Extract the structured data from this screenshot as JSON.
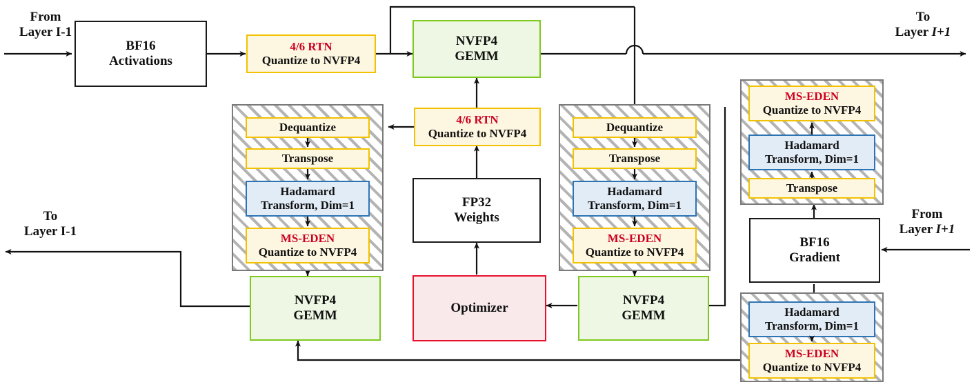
{
  "diagram": {
    "title": "NVFP4 quantized training dataflow per layer",
    "colors": {
      "green_border": "#7DC91E",
      "green_fill": "#EEF7E3",
      "red_border": "#E8112D",
      "red_fill": "#FAE9EA",
      "yellow_border": "#F2C200",
      "yellow_fill": "#FDF6E0",
      "blue_border": "#2E74B5",
      "blue_fill": "#E2ECF7",
      "accent_text": "#CC0022",
      "line": "#111111",
      "hatch": "#b4b4b4"
    },
    "labels": {
      "from_layer_prev_l1": "From",
      "from_layer_prev_l2": "Layer I-1",
      "to_layer_next_l1": "To",
      "to_layer_next_l2_pre": "Layer ",
      "to_layer_next_l2_em": "I+1",
      "to_layer_prev_l1": "To",
      "to_layer_prev_l2": "Layer I-1",
      "from_layer_next_l1": "From",
      "from_layer_next_l2_pre": "Layer ",
      "from_layer_next_l2_em": "I+1"
    },
    "nodes": {
      "bf16_activations": {
        "line1": "BF16",
        "line2": "Activations"
      },
      "act_quant": {
        "line1": "4/6 RTN",
        "line2": "Quantize to NVFP4"
      },
      "fwd_gemm": {
        "line1": "NVFP4",
        "line2": "GEMM"
      },
      "weight_quant": {
        "line1": "4/6 RTN",
        "line2": "Quantize to NVFP4"
      },
      "fp32_weights": {
        "line1": "FP32",
        "line2": "Weights"
      },
      "optimizer": {
        "line1": "Optimizer"
      },
      "bf16_gradient": {
        "line1": "BF16",
        "line2": "Gradient"
      },
      "dgrad_gemm": {
        "line1": "NVFP4",
        "line2": "GEMM"
      },
      "wgrad_gemm": {
        "line1": "NVFP4",
        "line2": "GEMM"
      },
      "dequantize": "Dequantize",
      "transpose": "Transpose",
      "hadamard_l1": "Hadamard",
      "hadamard_l2": "Transform, Dim=1",
      "mseden_l1": "MS-EDEN",
      "mseden_l2": "Quantize to NVFP4"
    },
    "stacks": {
      "weight_transpose_left": {
        "name": "weight-transpose-pipeline-left",
        "steps": [
          "Dequantize",
          "Transpose",
          "Hadamard Transform, Dim=1",
          "MS-EDEN Quantize to NVFP4"
        ]
      },
      "weight_transpose_right": {
        "name": "weight-transpose-pipeline-right",
        "steps": [
          "Dequantize",
          "Transpose",
          "Hadamard Transform, Dim=1",
          "MS-EDEN Quantize to NVFP4"
        ]
      },
      "activation_transpose": {
        "name": "activation-transpose-pipeline",
        "steps": [
          "Transpose",
          "Hadamard Transform, Dim=1",
          "MS-EDEN Quantize to NVFP4"
        ]
      },
      "gradient_quant": {
        "name": "gradient-quantize-pipeline",
        "steps": [
          "Hadamard Transform, Dim=1",
          "MS-EDEN Quantize to NVFP4"
        ]
      }
    }
  }
}
